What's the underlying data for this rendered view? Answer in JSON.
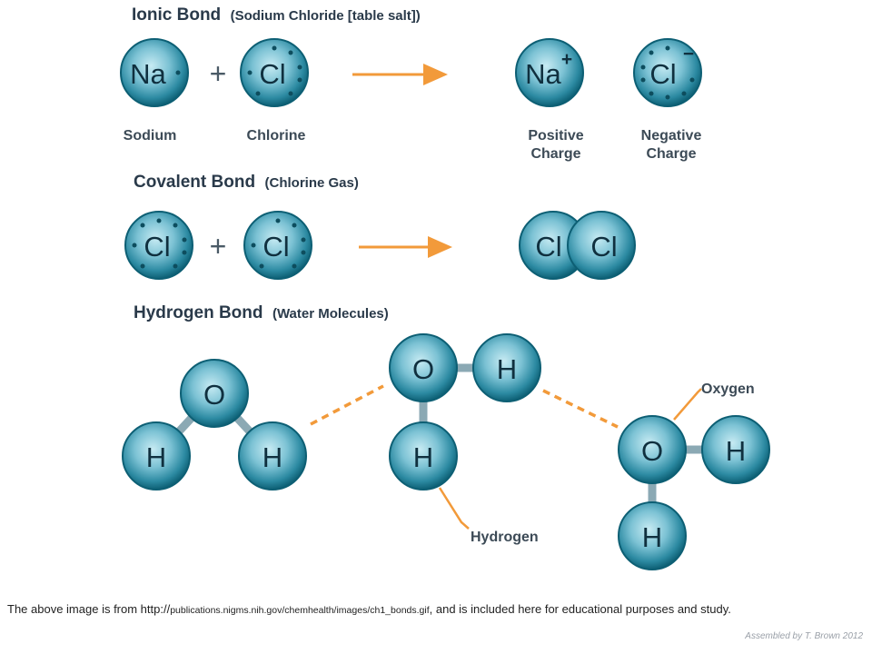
{
  "sections": {
    "ionic": {
      "title": "Ionic Bond",
      "subtitle": "(Sodium Chloride [table salt])"
    },
    "covalent": {
      "title": "Covalent Bond",
      "subtitle": "(Chlorine Gas)"
    },
    "hydrogen": {
      "title": "Hydrogen Bond",
      "subtitle": "(Water Molecules)"
    }
  },
  "atoms": {
    "na": "Na",
    "cl": "Cl",
    "o": "O",
    "h": "H",
    "plus_sign": "+",
    "minus_sign": "−",
    "plus_operator": "+"
  },
  "labels": {
    "sodium": "Sodium",
    "chlorine": "Chlorine",
    "positive_1": "Positive",
    "positive_2": "Charge",
    "negative_1": "Negative",
    "negative_2": "Charge",
    "oxygen": "Oxygen",
    "hydrogen": "Hydrogen"
  },
  "caption": {
    "prefix": "The above image is from http://",
    "url": "publications.nigms.nih.gov/chemhealth/images/ch1_bonds.gif",
    "suffix": ",   and is included here for educational purposes and study."
  },
  "credit": "Assembled by T. Brown 2012",
  "colors": {
    "atom_dark": "#0f6b80",
    "atom_mid": "#3f9db3",
    "atom_light": "#bfe6ef",
    "arrow": "#f29a3a",
    "text": "#2a3a4a"
  }
}
